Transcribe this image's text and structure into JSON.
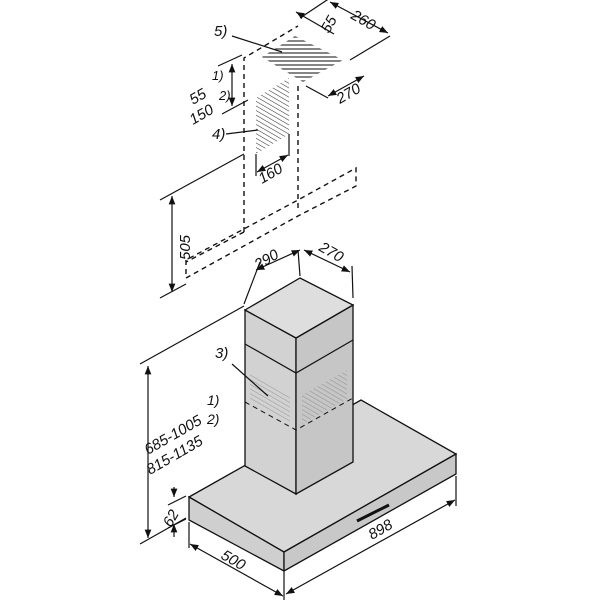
{
  "colors": {
    "line": "#111111",
    "surface": "#d6d6d6",
    "surface_dark": "#c4c4c4",
    "background": "#ffffff"
  },
  "callouts": {
    "ceiling_outlet": "5)",
    "wall_opening": "4)",
    "chimney_vents": "3)"
  },
  "dimensions": {
    "ceiling_depth": "260",
    "ceiling_offset": "55",
    "ceiling_width": "270",
    "bracket_height_1": "55",
    "bracket_height_1_note": "1)",
    "bracket_height_2": "150",
    "bracket_height_2_note": "2)",
    "opening_width": "160",
    "upper_chimney_height": "505",
    "chimney_width": "290",
    "chimney_depth": "270",
    "total_height_1": "685-1005",
    "total_height_1_note": "1)",
    "total_height_2": "815-1135",
    "total_height_2_note": "2)",
    "canopy_height": "62",
    "canopy_depth": "500",
    "canopy_width": "898"
  }
}
